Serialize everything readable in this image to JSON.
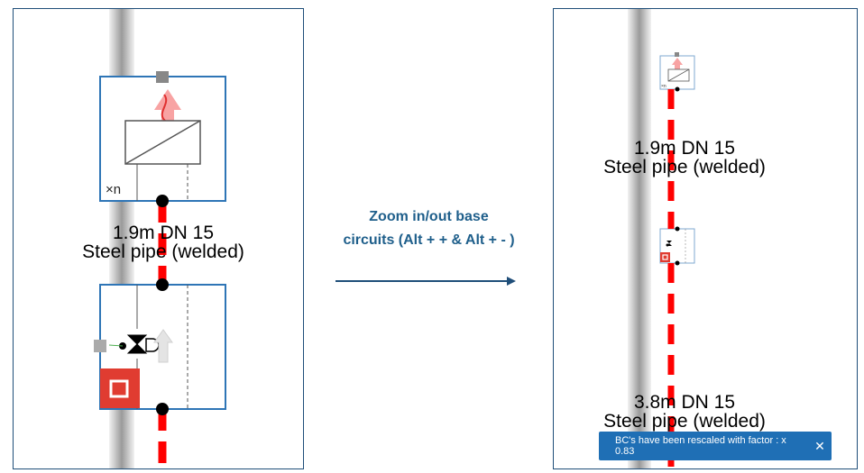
{
  "left_panel": {
    "pipe_label_line1": "1.9m DN 15",
    "pipe_label_line2": "Steel pipe (welded)",
    "multiplier_label": "×n"
  },
  "right_panel": {
    "pipe_label_top_line1": "1.9m DN 15",
    "pipe_label_top_line2": "Steel pipe (welded)",
    "pipe_label_bottom_line1": "3.8m DN 15",
    "pipe_label_bottom_line2": "Steel pipe (welded)",
    "multiplier_label": "×n"
  },
  "caption": {
    "line1": "Zoom in/out base",
    "line2": "circuits (Alt + + & Alt + - )"
  },
  "toast": {
    "message": "BC's have been rescaled with factor : x 0.83",
    "close_glyph": "✕"
  },
  "colors": {
    "frame_border": "#1f4e79",
    "component_border": "#2e75b6",
    "pipe_red": "#ff0000",
    "caption_blue": "#1f5f8b",
    "toast_bg": "#1f6fb5"
  }
}
